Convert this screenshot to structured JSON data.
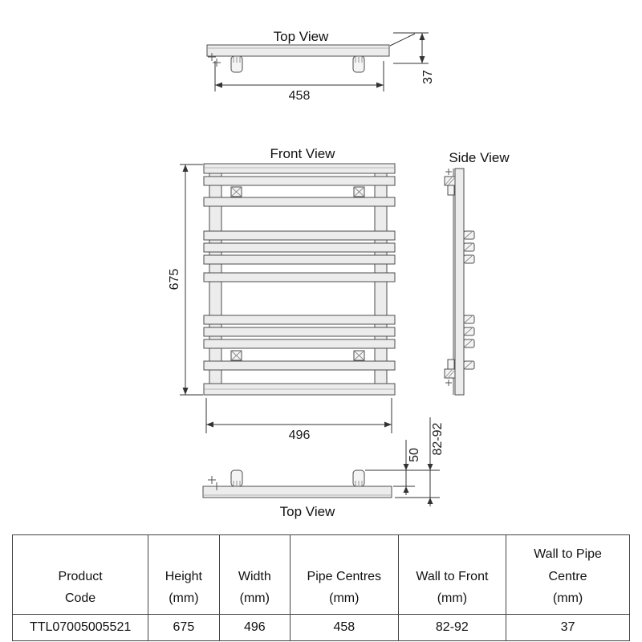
{
  "views": {
    "top": {
      "label": "Top View",
      "dim_pipe_centres": "458",
      "dim_wall_to_pipe": "37"
    },
    "front": {
      "label": "Front View",
      "dim_height": "675",
      "dim_width": "496"
    },
    "side": {
      "label": "Side View"
    },
    "bottom": {
      "label": "Top View",
      "dim_bracket": "50",
      "dim_wall_to_front": "82-92"
    }
  },
  "table": {
    "headers": [
      "Product\nCode",
      "Height\n(mm)",
      "Width\n(mm)",
      "Pipe Centres\n(mm)",
      "Wall to Front\n(mm)",
      "Wall to Pipe\nCentre\n(mm)"
    ],
    "row": [
      "TTL07005005521",
      "675",
      "496",
      "458",
      "82-92",
      "37"
    ]
  },
  "colors": {
    "line": "#4d4d4d",
    "dimension": "#333333",
    "metal_fill": "#ececec",
    "background": "#ffffff"
  }
}
